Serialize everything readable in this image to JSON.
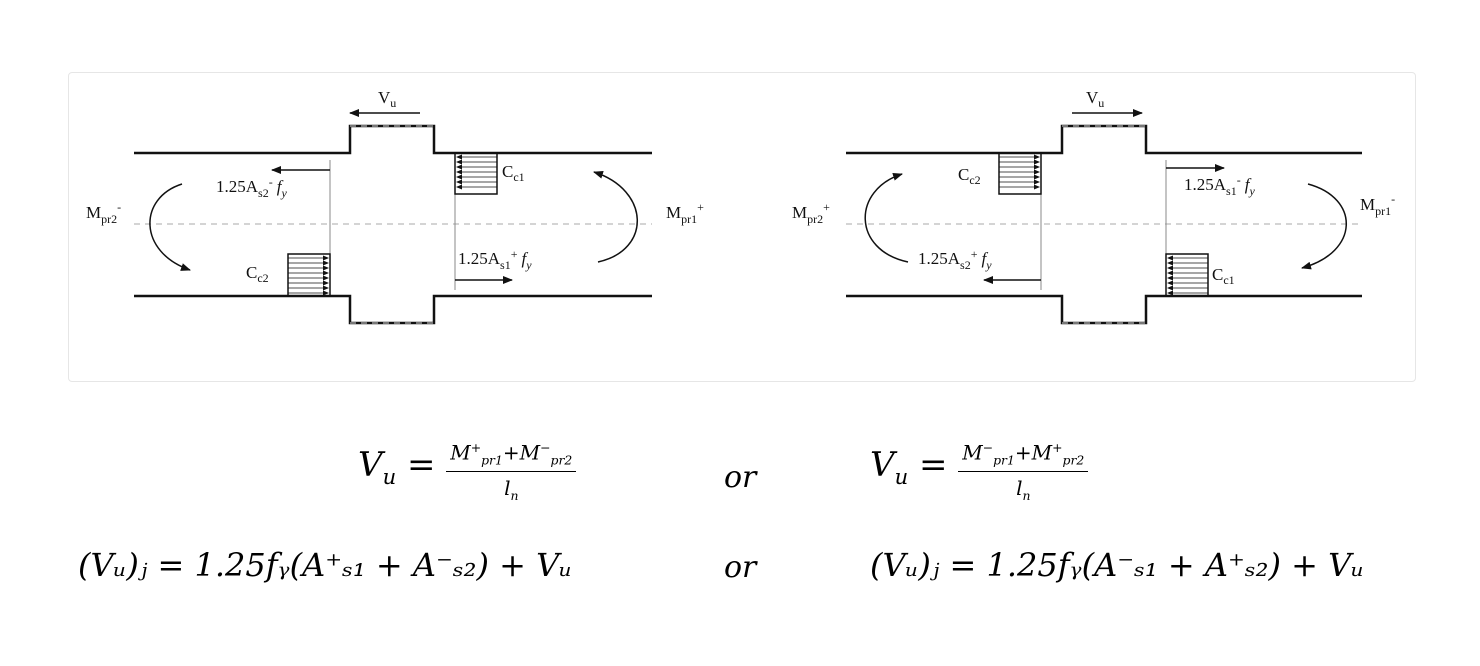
{
  "left_diagram": {
    "vu": "V",
    "vu_sub": "u",
    "top_force": "1.25A",
    "top_force_sub": "s2",
    "top_force_sup": "-",
    "top_force_fy": "f",
    "top_force_fy_sub": "y",
    "cc_top": "C",
    "cc_top_sub": "c1",
    "moment_left": "M",
    "moment_left_sub": "pr2",
    "moment_left_sup": "-",
    "moment_right": "M",
    "moment_right_sub": "pr1",
    "moment_right_sup": "+",
    "cc_bottom": "C",
    "cc_bottom_sub": "c2",
    "bottom_force": "1.25A",
    "bottom_force_sub": "s1",
    "bottom_force_sup": "+",
    "bottom_force_fy": "f",
    "bottom_force_fy_sub": "y"
  },
  "right_diagram": {
    "vu": "V",
    "vu_sub": "u",
    "cc_top": "C",
    "cc_top_sub": "c2",
    "top_force": "1.25A",
    "top_force_sub": "s1",
    "top_force_sup": "-",
    "top_force_fy": "f",
    "top_force_fy_sub": "y",
    "moment_left": "M",
    "moment_left_sub": "pr2",
    "moment_left_sup": "+",
    "moment_right": "M",
    "moment_right_sub": "pr1",
    "moment_right_sup": "-",
    "bottom_force": "1.25A",
    "bottom_force_sub": "s2",
    "bottom_force_sup": "+",
    "bottom_force_fy": "f",
    "bottom_force_fy_sub": "y",
    "cc_bottom": "C",
    "cc_bottom_sub": "c1"
  },
  "equations": {
    "or_word": "or",
    "eq1_left": {
      "lhs": "V",
      "lhs_sub": "u",
      "num_a": "M",
      "num_a_sup": "+",
      "num_a_sub": "pr1",
      "plus": "+",
      "num_b": "M",
      "num_b_sup": "−",
      "num_b_sub": "pr2",
      "den": "l",
      "den_sub": "n"
    },
    "eq1_right": {
      "lhs": "V",
      "lhs_sub": "u",
      "num_a": "M",
      "num_a_sup": "−",
      "num_a_sub": "pr1",
      "plus": "+",
      "num_b": "M",
      "num_b_sup": "+",
      "num_b_sub": "pr2",
      "den": "l",
      "den_sub": "n"
    },
    "eq2_left": "(Vᵤ)ⱼ = 1.25fᵧ(A⁺ₛ₁ + A⁻ₛ₂) + Vᵤ",
    "eq2_right": "(Vᵤ)ⱼ = 1.25fᵧ(A⁻ₛ₁ + A⁺ₛ₂) + Vᵤ"
  }
}
